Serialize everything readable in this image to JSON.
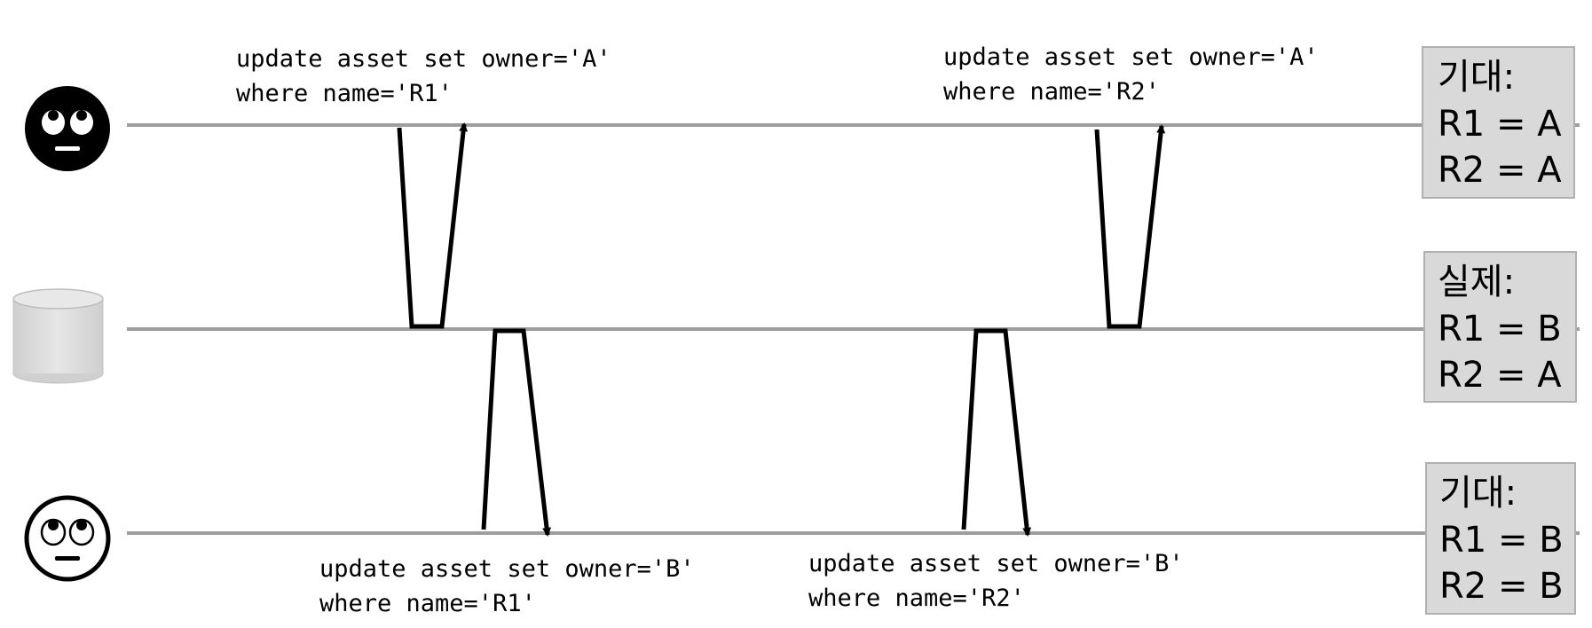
{
  "actors": {
    "top": {
      "icon": "eye-roll-emoji-dark-icon"
    },
    "middle": {
      "icon": "database-cylinder-icon"
    },
    "bottom": {
      "icon": "eye-roll-emoji-light-icon"
    }
  },
  "queries": {
    "top_r1": {
      "line1": "update asset set owner='A'",
      "line2": "where name='R1'"
    },
    "top_r2": {
      "line1": "update asset set owner='A'",
      "line2": "where name='R2'"
    },
    "bottom_r1": {
      "line1": "update asset set owner='B'",
      "line2": "where name='R1'"
    },
    "bottom_r2": {
      "line1": "update asset set owner='B'",
      "line2": "where name='R2'"
    }
  },
  "boxes": {
    "top": {
      "title": "기대:",
      "line1": "R1 = A",
      "line2": "R2 = A"
    },
    "middle": {
      "title": "실제:",
      "line1": "R1 = B",
      "line2": "R2 = A"
    },
    "bottom": {
      "title": "기대:",
      "line1": "R1 = B",
      "line2": "R2 = B"
    }
  },
  "colors": {
    "timeline": "#9e9e9e",
    "arrow": "#000000",
    "box_fill": "#d9d9d9",
    "box_stroke": "#b0b0b0"
  }
}
